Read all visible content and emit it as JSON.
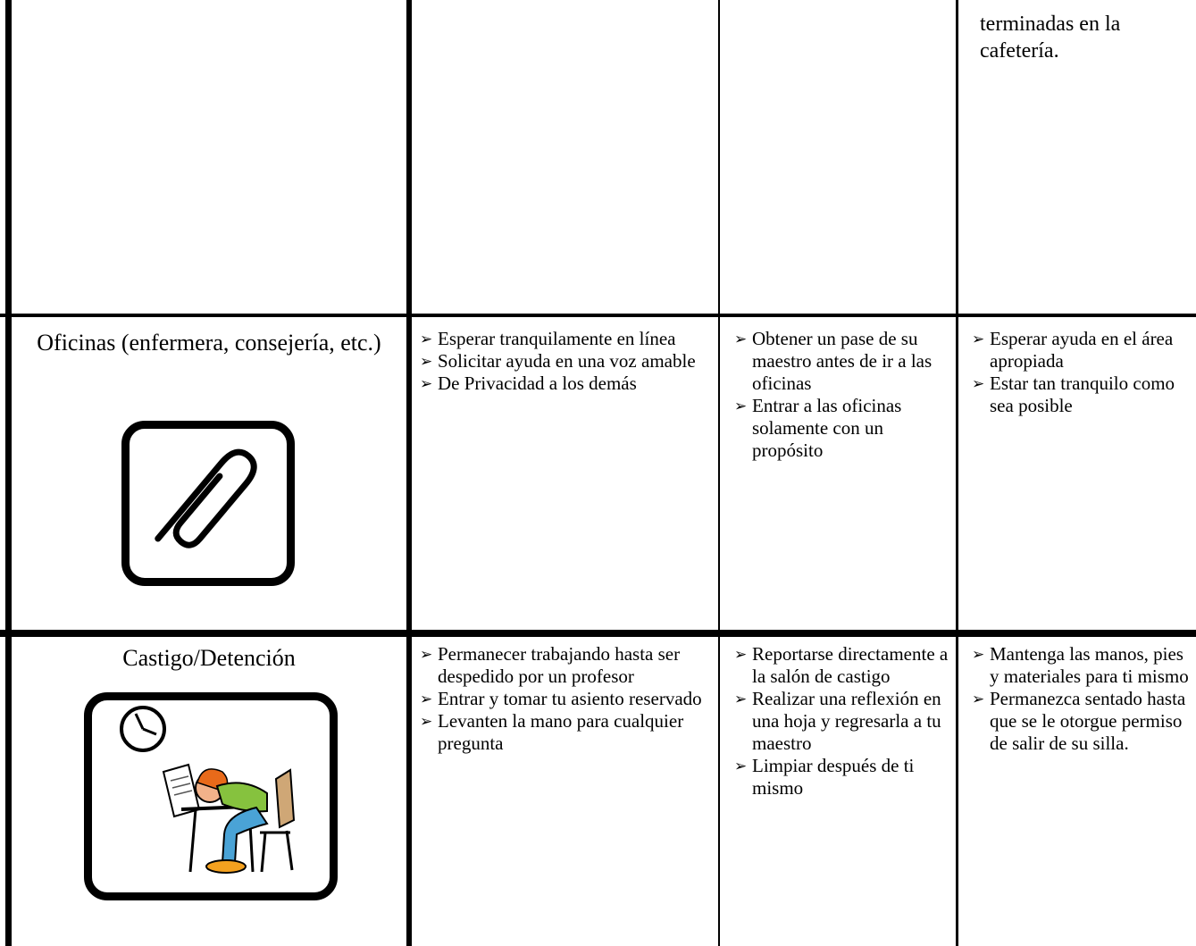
{
  "top_row": {
    "col4_continuation": "terminadas en la cafetería."
  },
  "rows": [
    {
      "label": "Oficinas (enfermera, consejería, etc.)",
      "icon": "paperclip-icon",
      "col2": [
        "Esperar tranquilamente en línea",
        "Solicitar ayuda en una voz amable",
        "De Privacidad a los demás"
      ],
      "col3": [
        "Obtener un pase de su maestro antes de ir a las oficinas",
        "Entrar a las oficinas  solamente con un propósito"
      ],
      "col4": [
        "Esperar ayuda en el área apropiada",
        "Estar tan tranquilo como sea posible"
      ]
    },
    {
      "label": "Castigo/Detención",
      "icon": "detention-student-clock-icon",
      "col2": [
        "Permanecer trabajando hasta ser despedido por un profesor",
        "Entrar y tomar tu asiento reservado",
        "Levanten la mano para cualquier pregunta"
      ],
      "col3": [
        "Reportarse directamente a la salón de castigo",
        "Realizar una reflexión en una hoja y regresarla  a tu maestro",
        "Limpiar después de ti mismo"
      ],
      "col4": [
        "Mantenga las manos, pies y materiales para ti mismo",
        "Permanezca sentado hasta que se le otorgue permiso de salir de su silla."
      ]
    }
  ],
  "bullet_symbol": "➢"
}
